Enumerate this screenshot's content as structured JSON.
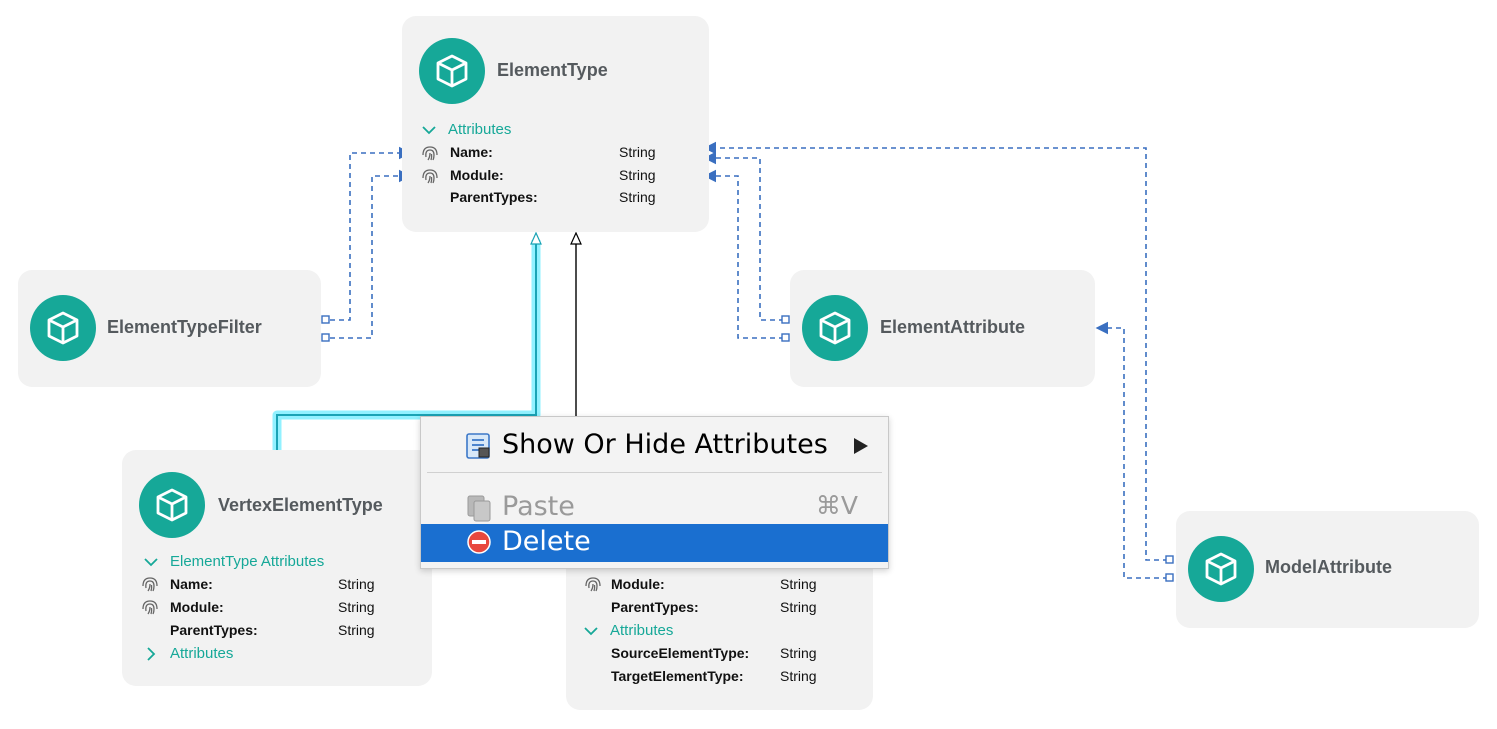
{
  "colors": {
    "accent": "#16a898",
    "node_bg": "#f2f2f2",
    "dashed_link": "#3a6fc0",
    "highlight": "#5fe6f2",
    "menu_selected": "#1a6fd0"
  },
  "nodes": {
    "element_type": {
      "title": "ElementType",
      "section": "Attributes",
      "rows": [
        {
          "name": "Name:",
          "type": "String"
        },
        {
          "name": "Module:",
          "type": "String"
        },
        {
          "name": "ParentTypes:",
          "type": "String"
        }
      ]
    },
    "element_type_filter": {
      "title": "ElementTypeFilter"
    },
    "element_attribute": {
      "title": "ElementAttribute"
    },
    "model_attribute": {
      "title": "ModelAttribute"
    },
    "vertex_element_type": {
      "title": "VertexElementType",
      "section1": "ElementType Attributes",
      "rows": [
        {
          "name": "Name:",
          "type": "String"
        },
        {
          "name": "Module:",
          "type": "String"
        },
        {
          "name": "ParentTypes:",
          "type": "String"
        }
      ],
      "section2": "Attributes"
    },
    "hidden_node": {
      "rows": [
        {
          "name": "Module:",
          "type": "String"
        },
        {
          "name": "ParentTypes:",
          "type": "String"
        }
      ],
      "section": "Attributes",
      "rows2": [
        {
          "name": "SourceElementType:",
          "type": "String"
        },
        {
          "name": "TargetElementType:",
          "type": "String"
        }
      ]
    }
  },
  "context_menu": {
    "items": [
      {
        "label": "Show Or Hide Attributes",
        "icon": "attributes-list-icon",
        "submenu": true
      },
      {
        "label": "Paste",
        "icon": "paste-icon",
        "shortcut": "⌘V",
        "disabled": true
      },
      {
        "label": "Delete",
        "icon": "delete-icon",
        "selected": true
      }
    ]
  }
}
